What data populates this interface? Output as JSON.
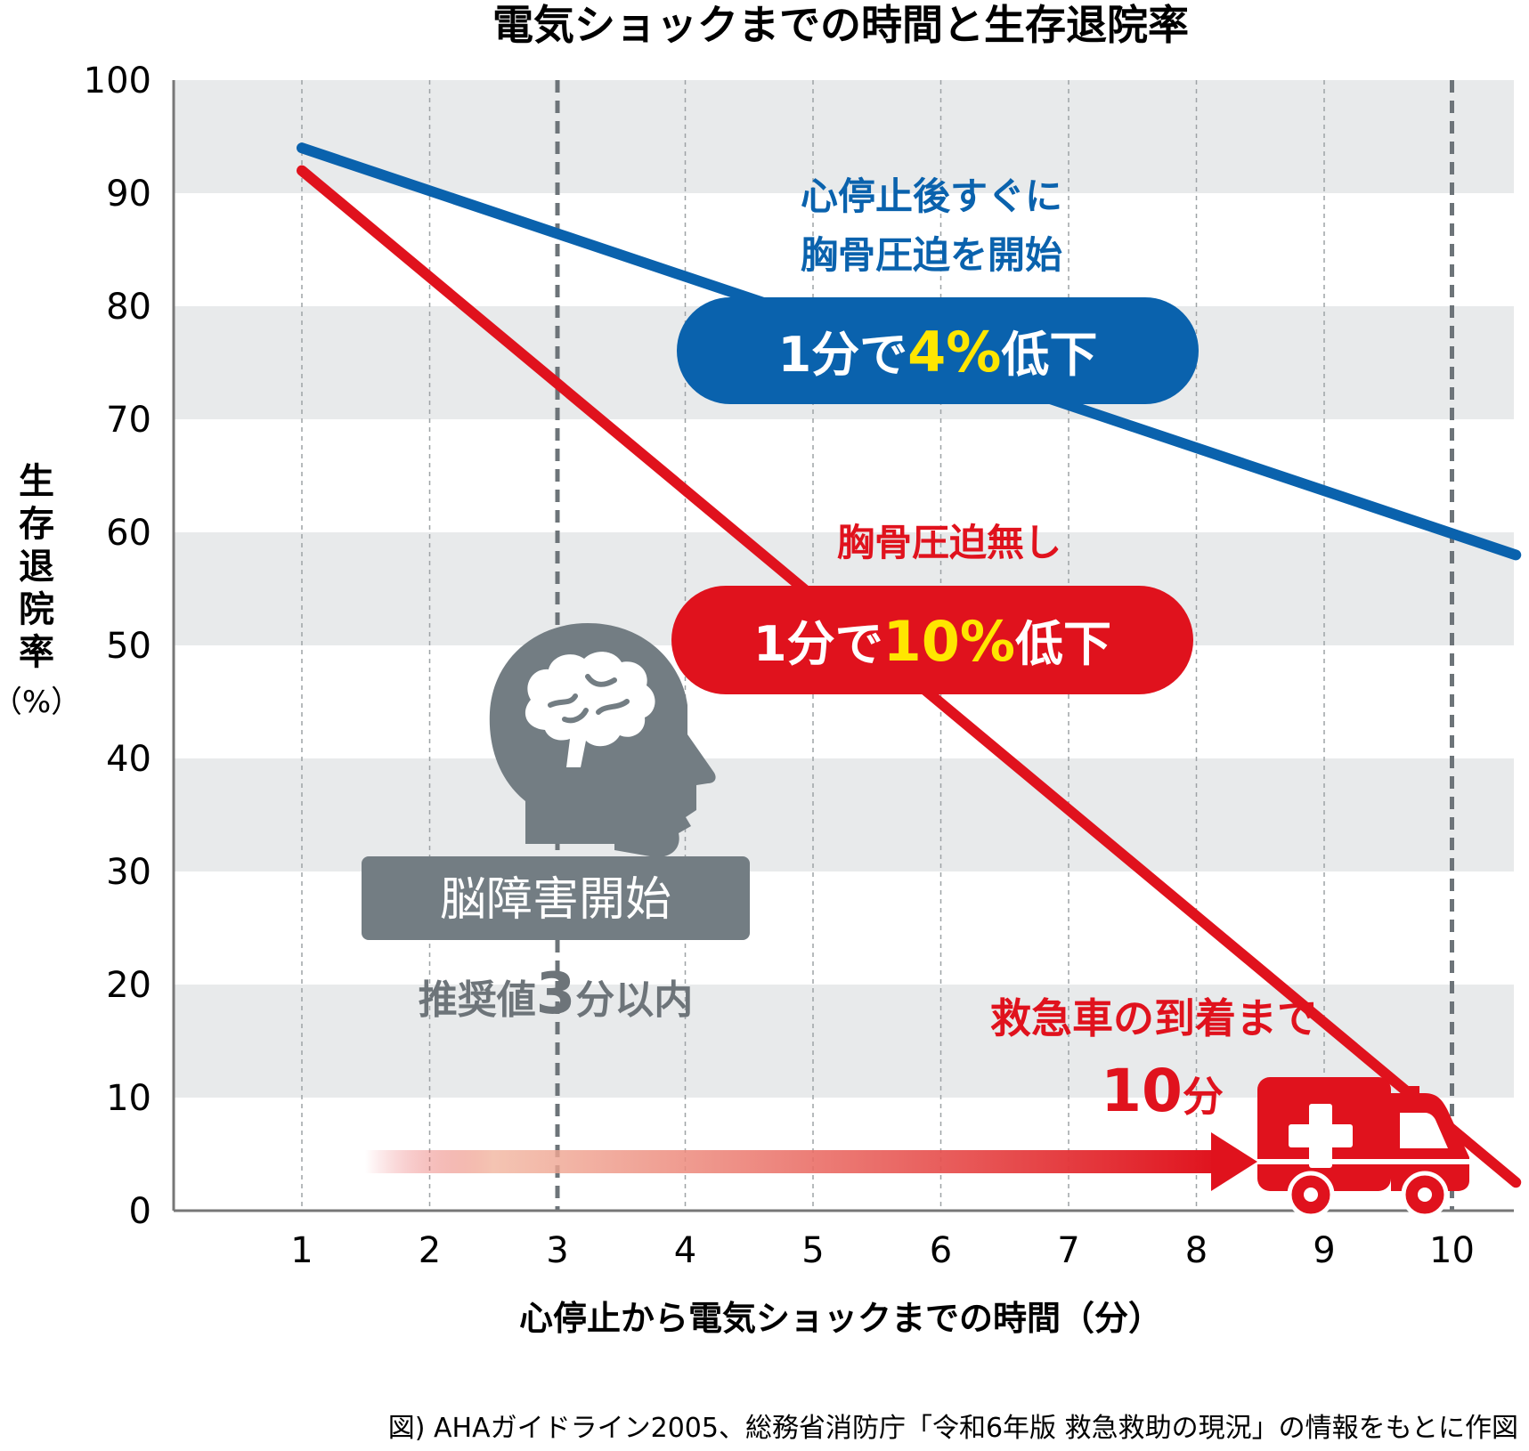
{
  "chart_data": {
    "type": "line",
    "title": "電気ショックまでの時間と生存退院率",
    "xlabel": "心停止から電気ショックまでの時間（分）",
    "ylabel_chars": [
      "生",
      "存",
      "退",
      "院",
      "率"
    ],
    "ylabel_unit": "（%）",
    "x_ticks": [
      "1",
      "2",
      "3",
      "4",
      "5",
      "6",
      "7",
      "8",
      "9",
      "10"
    ],
    "y_ticks": [
      "0",
      "10",
      "20",
      "30",
      "40",
      "50",
      "60",
      "70",
      "80",
      "90",
      "100"
    ],
    "xlim": [
      0,
      10.5
    ],
    "ylim": [
      0,
      100
    ],
    "series": [
      {
        "name": "心停止後すぐに胸骨圧迫を開始",
        "color": "#0a62ad",
        "x": [
          1,
          10.5
        ],
        "y": [
          94,
          58
        ]
      },
      {
        "name": "胸骨圧迫無し",
        "color": "#e0121d",
        "x": [
          1,
          10.5
        ],
        "y": [
          92,
          2.5
        ]
      }
    ],
    "markers": [
      3,
      10
    ],
    "grid": "horizontal bands + vertical dotted lines"
  },
  "annotations": {
    "blue_label_line1": "心停止後すぐに",
    "blue_label_line2": "胸骨圧迫を開始",
    "blue_pill_pre": "1分で",
    "blue_pill_num": "4%",
    "blue_pill_post": "低下",
    "red_label": "胸骨圧迫無し",
    "red_pill_pre": "1分で",
    "red_pill_num": "10%",
    "red_pill_post": "低下",
    "brain_box": "脳障害開始",
    "recommend_pre": "推奨値",
    "recommend_num": "3",
    "recommend_post": "分以内",
    "ambulance_line1": "救急車の到着まで",
    "ambulance_num": "10",
    "ambulance_unit": "分"
  },
  "icons": {
    "brain": "brain-head-icon",
    "ambulance": "ambulance-icon"
  },
  "colors": {
    "blue": "#0a62ad",
    "red": "#e0121d",
    "yellow": "#ffe600",
    "gray": "#737d83",
    "band": "#e8eaeb"
  },
  "caption": "図) AHAガイドライン2005、総務省消防庁「令和6年版 救急救助の現況」の情報をもとに作図"
}
